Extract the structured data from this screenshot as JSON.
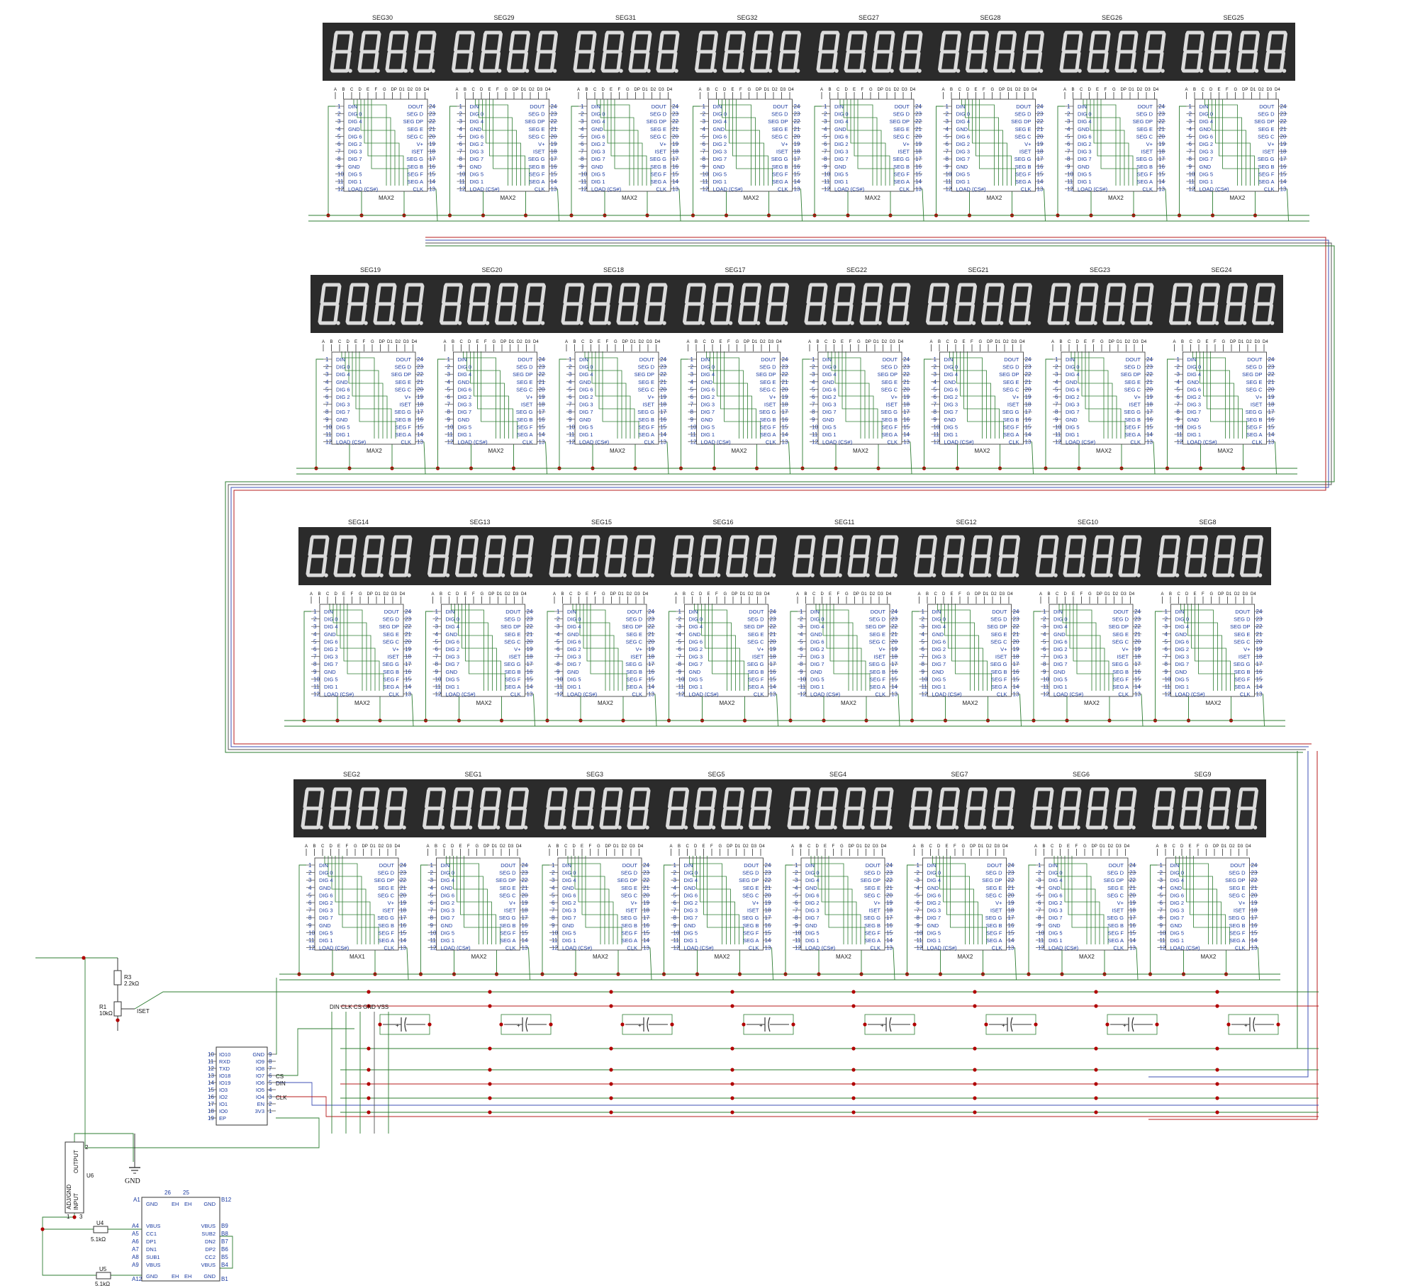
{
  "colors": {
    "wire_green": "#2e7d32",
    "wire_red": "#b71c1c",
    "wire_blue": "#3f51b5",
    "wire_gray": "#555555",
    "display_bg": "#2b2b2b",
    "segment": "#dcdcdc",
    "chip_text": "#1a3aa0",
    "junction": "#b00000"
  },
  "display_rows": [
    {
      "labels": [
        "SEG30",
        "SEG29",
        "SEG31",
        "SEG32",
        "SEG27",
        "SEG28",
        "SEG26",
        "SEG25"
      ]
    },
    {
      "labels": [
        "SEG19",
        "SEG20",
        "SEG18",
        "SEG17",
        "SEG22",
        "SEG21",
        "SEG23",
        "SEG24"
      ]
    },
    {
      "labels": [
        "SEG14",
        "SEG13",
        "SEG15",
        "SEG16",
        "SEG11",
        "SEG12",
        "SEG10",
        "SEG8"
      ]
    },
    {
      "labels": [
        "SEG2",
        "SEG1",
        "SEG3",
        "SEG5",
        "SEG4",
        "SEG7",
        "SEG6",
        "SEG9"
      ]
    }
  ],
  "display_pins": [
    "A",
    "B",
    "C",
    "D",
    "E",
    "F",
    "G",
    "DP",
    "D1",
    "D2",
    "D3",
    "D4"
  ],
  "chip": {
    "left_pins": [
      "DIN",
      "DIG 0",
      "DIG 4",
      "GND",
      "DIG 6",
      "DIG 2",
      "DIG 3",
      "DIG 7",
      "GND",
      "DIG 5",
      "DIG 1",
      "LOAD (CS#)"
    ],
    "left_nums": [
      "1",
      "2",
      "3",
      "4",
      "5",
      "6",
      "7",
      "8",
      "9",
      "10",
      "11",
      "12"
    ],
    "right_pins": [
      "DOUT",
      "SEG D",
      "SEG DP",
      "SEG E",
      "SEG C",
      "V+",
      "ISET",
      "SEG G",
      "SEG B",
      "SEG F",
      "SEG A",
      "CLK"
    ],
    "right_nums": [
      "24",
      "23",
      "22",
      "21",
      "20",
      "19",
      "18",
      "17",
      "16",
      "15",
      "14",
      "13"
    ],
    "names": [
      [
        "MAX2",
        "MAX2",
        "MAX2",
        "MAX2",
        "MAX2",
        "MAX2",
        "MAX2",
        "MAX2"
      ],
      [
        "MAX2",
        "MAX2",
        "MAX2",
        "MAX2",
        "MAX2",
        "MAX2",
        "MAX2",
        "MAX2"
      ],
      [
        "MAX2",
        "MAX2",
        "MAX2",
        "MAX2",
        "MAX2",
        "MAX2",
        "MAX2",
        "MAX2"
      ],
      [
        "MAX1",
        "MAX2",
        "MAX2",
        "MAX2",
        "MAX2",
        "MAX2",
        "MAX2",
        "MAX2"
      ]
    ]
  },
  "bus_label": "DIN  CLK  CS  GND VSS",
  "resistors": {
    "r3": {
      "name": "R3",
      "value": "2.2kΩ"
    },
    "r1": {
      "name": "R1",
      "value": "10kΩ"
    },
    "iset": "ISET",
    "u4": {
      "name": "U4",
      "value": "5.1kΩ"
    },
    "u5": {
      "name": "U5",
      "value": "5.1kΩ"
    }
  },
  "mcu": {
    "left_pins": [
      "IO10",
      "RXD",
      "TXD",
      "IO18",
      "IO19",
      "IO3",
      "IO2",
      "IO1",
      "IO0",
      "EP"
    ],
    "left_nums": [
      "10",
      "11",
      "12",
      "13",
      "14",
      "15",
      "16",
      "17",
      "18",
      "19"
    ],
    "right_pins": [
      "GND",
      "IO9",
      "IO8",
      "IO7",
      "IO6",
      "IO5",
      "IO4",
      "EN",
      "3V3"
    ],
    "right_nums": [
      "9",
      "8",
      "7",
      "6",
      "5",
      "4",
      "3",
      "2",
      "1"
    ],
    "net_cs": "CS",
    "net_din": "DIN",
    "net_clk": "CLK"
  },
  "regulator": {
    "name": "U6",
    "pins": [
      "ADJ/GND",
      "OUTPUT",
      "INPUT"
    ],
    "nums": [
      "1",
      "2",
      "3"
    ]
  },
  "gnd_label": "GND",
  "usb": {
    "left_pins": [
      "VBUS",
      "CC1",
      "DP1",
      "DN1",
      "SUB1",
      "VBUS"
    ],
    "left_nums": [
      "A4",
      "A5",
      "A6",
      "A7",
      "A8",
      "A9"
    ],
    "right_pins": [
      "VBUS",
      "SUB2",
      "DN2",
      "DP2",
      "CC2",
      "VBUS"
    ],
    "right_nums": [
      "B9",
      "B8",
      "B7",
      "B6",
      "B5",
      "B4"
    ],
    "top_left": "GND",
    "top_right": "GND",
    "bottom_left": "GND",
    "bottom_right": "GND",
    "eh": "EH",
    "corner_nums": [
      "A1",
      "B12",
      "A12",
      "B1",
      "26",
      "25"
    ]
  }
}
